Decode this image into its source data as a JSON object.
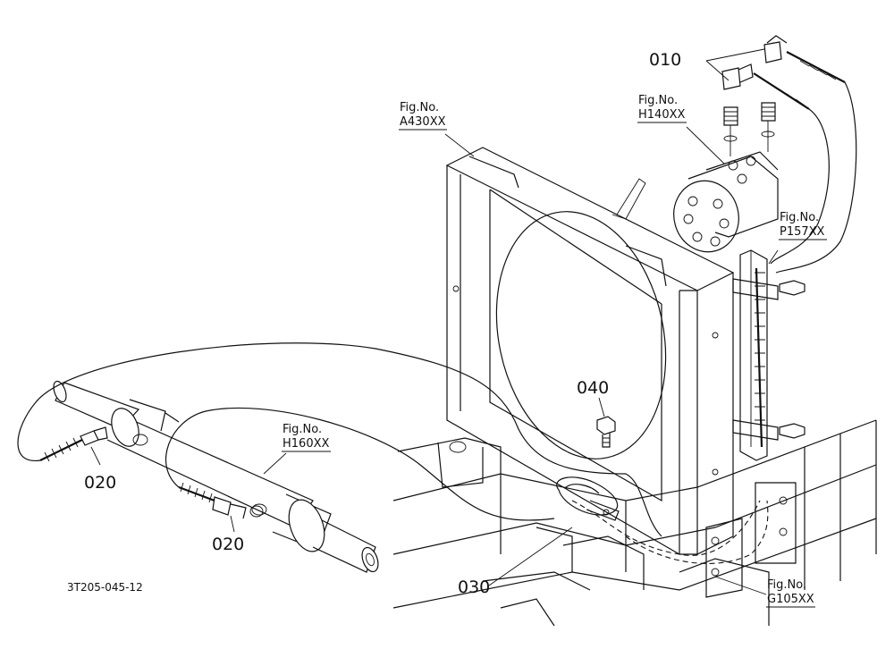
{
  "parts": [
    {
      "id": "part-010",
      "number": "010"
    },
    {
      "id": "part-020a",
      "number": "020"
    },
    {
      "id": "part-020b",
      "number": "020"
    },
    {
      "id": "part-030",
      "number": "030"
    },
    {
      "id": "part-040",
      "number": "040"
    }
  ],
  "fig_refs": [
    {
      "id": "fig-a430",
      "label": "Fig.No.",
      "code": "A430XX"
    },
    {
      "id": "fig-h140",
      "label": "Fig.No.",
      "code": "H140XX"
    },
    {
      "id": "fig-p157",
      "label": "Fig.No.",
      "code": "P157XX"
    },
    {
      "id": "fig-h160",
      "label": "Fig.No.",
      "code": "H160XX"
    },
    {
      "id": "fig-g105",
      "label": "Fig.No.",
      "code": "G105XX"
    }
  ],
  "drawing_code": "3T205-045-12"
}
